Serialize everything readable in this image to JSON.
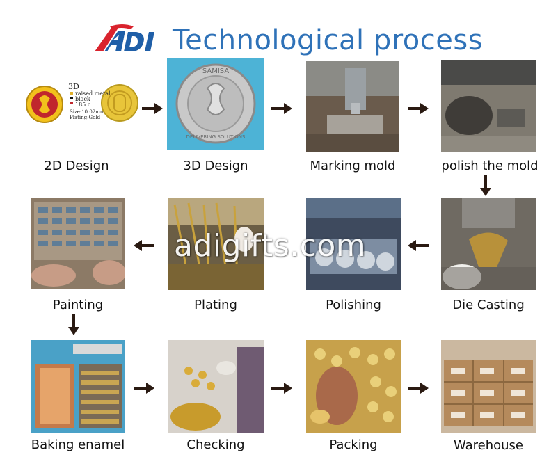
{
  "header": {
    "logo_text": "ADI",
    "title": "Technological process"
  },
  "watermark": "adigifts.com",
  "design_panel": {
    "tag_3d": "3D",
    "badge_top": "SAMISA",
    "badge_bottom": "DELIVERING SOLUTIONS",
    "legend": [
      "raised metal",
      "black",
      "185 c"
    ],
    "size_line": "Size:10.02mm",
    "plating_line": "Plating:Gold"
  },
  "coin_3d": {
    "top_text": "SAMISA",
    "bottom_text": "DELIVERING SOLUTIONS"
  },
  "steps": [
    {
      "label": "2D Design"
    },
    {
      "label": "3D Design"
    },
    {
      "label": "Marking mold"
    },
    {
      "label": "polish the mold"
    },
    {
      "label": "Die Casting"
    },
    {
      "label": "Polishing"
    },
    {
      "label": "Plating"
    },
    {
      "label": "Painting"
    },
    {
      "label": "Baking enamel"
    },
    {
      "label": "Checking"
    },
    {
      "label": "Packing"
    },
    {
      "label": "Warehouse"
    }
  ],
  "colors": {
    "title_blue": "#2f72b8",
    "logo_red": "#d9232d",
    "logo_blue": "#1f5fa8",
    "arrow": "#2a1a12"
  }
}
